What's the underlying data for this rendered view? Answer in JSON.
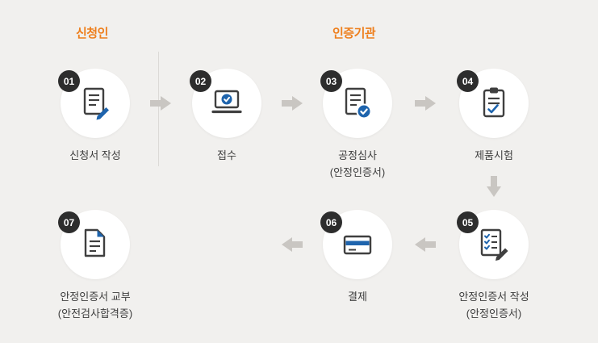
{
  "sections": {
    "applicant_label": "신청인",
    "agency_label": "인증기관"
  },
  "steps": [
    {
      "num": "01",
      "label": "신청서 작성",
      "icon": "document-pencil-icon"
    },
    {
      "num": "02",
      "label": "접수",
      "icon": "monitor-check-icon"
    },
    {
      "num": "03",
      "label": "공정심사",
      "sub": "(안정인증서)",
      "icon": "document-check-icon"
    },
    {
      "num": "04",
      "label": "제품시험",
      "icon": "clipboard-check-icon"
    },
    {
      "num": "05",
      "label": "안정인증서 작성",
      "sub": "(안정인증서)",
      "icon": "checklist-pencil-icon"
    },
    {
      "num": "06",
      "label": "결제",
      "icon": "credit-card-icon"
    },
    {
      "num": "07",
      "label": "안정인증서 교부",
      "sub": "(안전검사합격증)",
      "icon": "document-fold-icon"
    }
  ],
  "flow": [
    "01→02",
    "02→03",
    "03→04",
    "04↓05",
    "05→06",
    "06→07"
  ],
  "colors": {
    "background": "#f1f0ee",
    "accent_orange": "#ee7f1d",
    "accent_blue": "#1e64ad",
    "badge_dark": "#2d2d2d",
    "arrow_gray": "#c9c6c2",
    "icon_dark": "#3f3f3f"
  }
}
